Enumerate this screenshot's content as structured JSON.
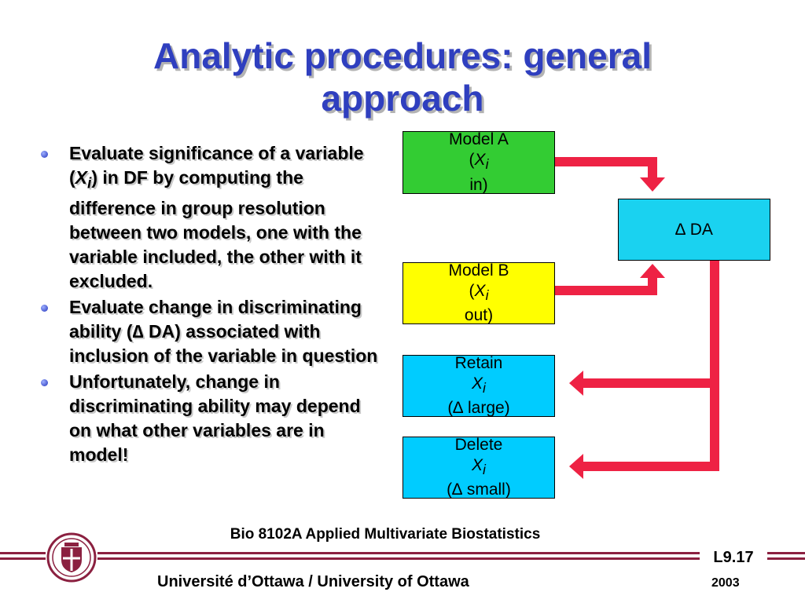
{
  "title": "Analytic procedures: general approach",
  "bullets": [
    {
      "before": "Evaluate significance of a variable (",
      "var": "X",
      "sub": "i",
      "after": ") in DF by computing the difference in group resolution between two models, one with the variable included, the other with it excluded."
    },
    {
      "text": "Evaluate change in discriminating ability (∆ DA) associated with inclusion of the variable in question"
    },
    {
      "text": "Unfortunately, change  in discriminating ability may depend on what other variables are in model!"
    }
  ],
  "diagram": {
    "model_a": {
      "line1": "Model A",
      "var": "X",
      "sub": "i",
      "suffix": " in)"
    },
    "model_b": {
      "line1": "Model B",
      "var": "X",
      "sub": "i",
      "suffix": " out)"
    },
    "delta_da": {
      "label": "∆ DA"
    },
    "retain": {
      "word": "Retain ",
      "var": "X",
      "sub": "i",
      "line2": "(∆ large)"
    },
    "delete": {
      "word": "Delete ",
      "var": "X",
      "sub": "i",
      "line2": "(∆ small)"
    }
  },
  "colors": {
    "title": "#2f3fbf",
    "arrow": "#ee2244",
    "model_a": "#33cc33",
    "model_b": "#ffff00",
    "delta_box": "#1ad2f0",
    "decision_box": "#00ccff",
    "footer_rule": "#8b2040"
  },
  "footer": {
    "course": "Bio 8102A Applied Multivariate Biostatistics",
    "slide_number": "L9.17",
    "university": "Université d’Ottawa / University of Ottawa",
    "year": "2003",
    "logo": "university-crest-icon"
  }
}
